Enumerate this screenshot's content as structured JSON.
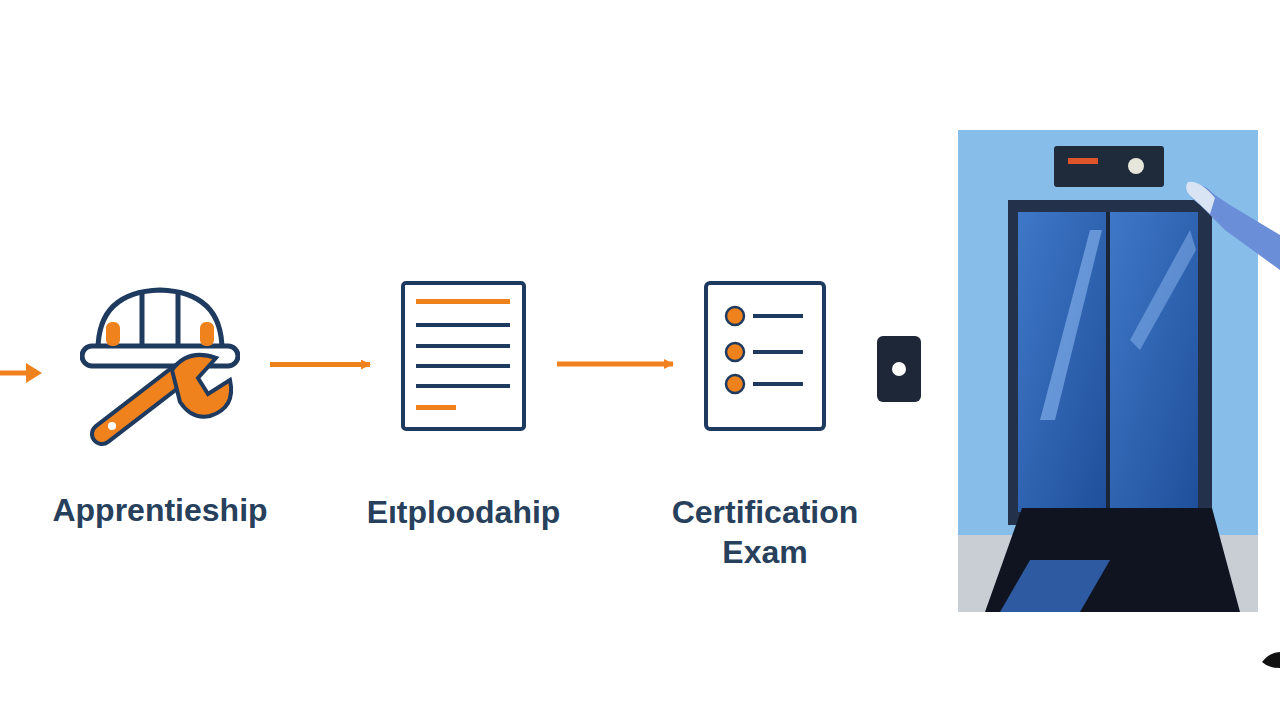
{
  "diagram": {
    "nodes": [
      {
        "text": [
          "Apprentieship"
        ]
      },
      {
        "text": [
          "Eıtploodahip"
        ]
      },
      {
        "text": [
          "Certification Exam"
        ]
      }
    ],
    "edges": [
      {
        "from": 0,
        "to": 1,
        "arrow": "to"
      },
      {
        "from": 1,
        "to": 2,
        "arrow": "to"
      }
    ]
  }
}
